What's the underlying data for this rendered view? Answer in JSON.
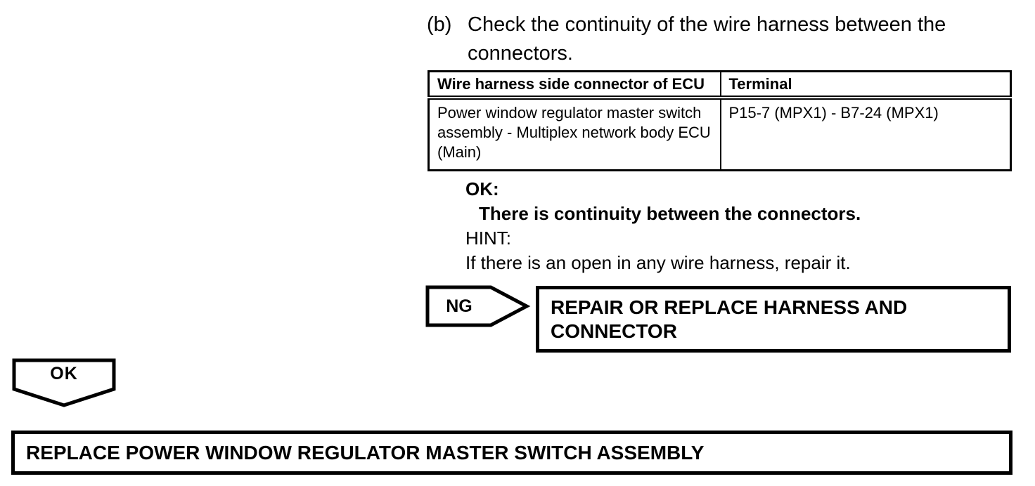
{
  "colors": {
    "ink": "#000000",
    "paper": "#ffffff"
  },
  "instruction": {
    "label": "(b)",
    "text": "Check the continuity of the wire harness between the connectors."
  },
  "table": {
    "columns": [
      "Wire harness side connector of ECU",
      "Terminal"
    ],
    "rows": [
      [
        "Power window regulator master switch assembly - Multiplex network body ECU (Main)",
        "P15-7 (MPX1) - B7-24 (MPX1)"
      ]
    ]
  },
  "criteria": {
    "ok_label": "OK:",
    "ok_text": "There is continuity between the connectors.",
    "hint_label": "HINT:",
    "hint_text": "If there is an open in any wire harness, repair it."
  },
  "ng_branch": {
    "label": "NG",
    "action": "REPAIR OR REPLACE HARNESS AND CONNECTOR"
  },
  "ok_branch": {
    "label": "OK",
    "action": "REPLACE POWER WINDOW REGULATOR MASTER SWITCH ASSEMBLY"
  }
}
